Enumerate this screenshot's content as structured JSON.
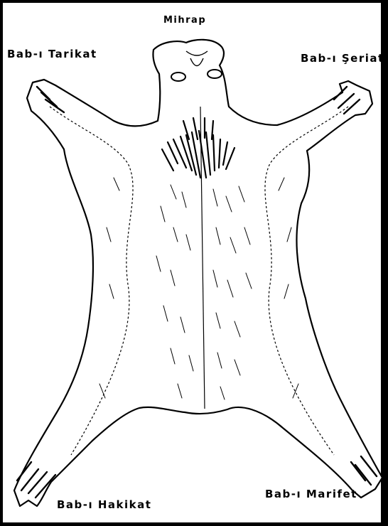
{
  "labels": {
    "top": "Mihrap",
    "top_left": "Bab-ı Tarikat",
    "top_right": "Bab-ı Şeriat",
    "bottom_left": "Bab-ı Hakikat",
    "bottom_right": "Bab-ı Marifet"
  },
  "colors": {
    "ink": "#000000",
    "paper": "#ffffff"
  }
}
